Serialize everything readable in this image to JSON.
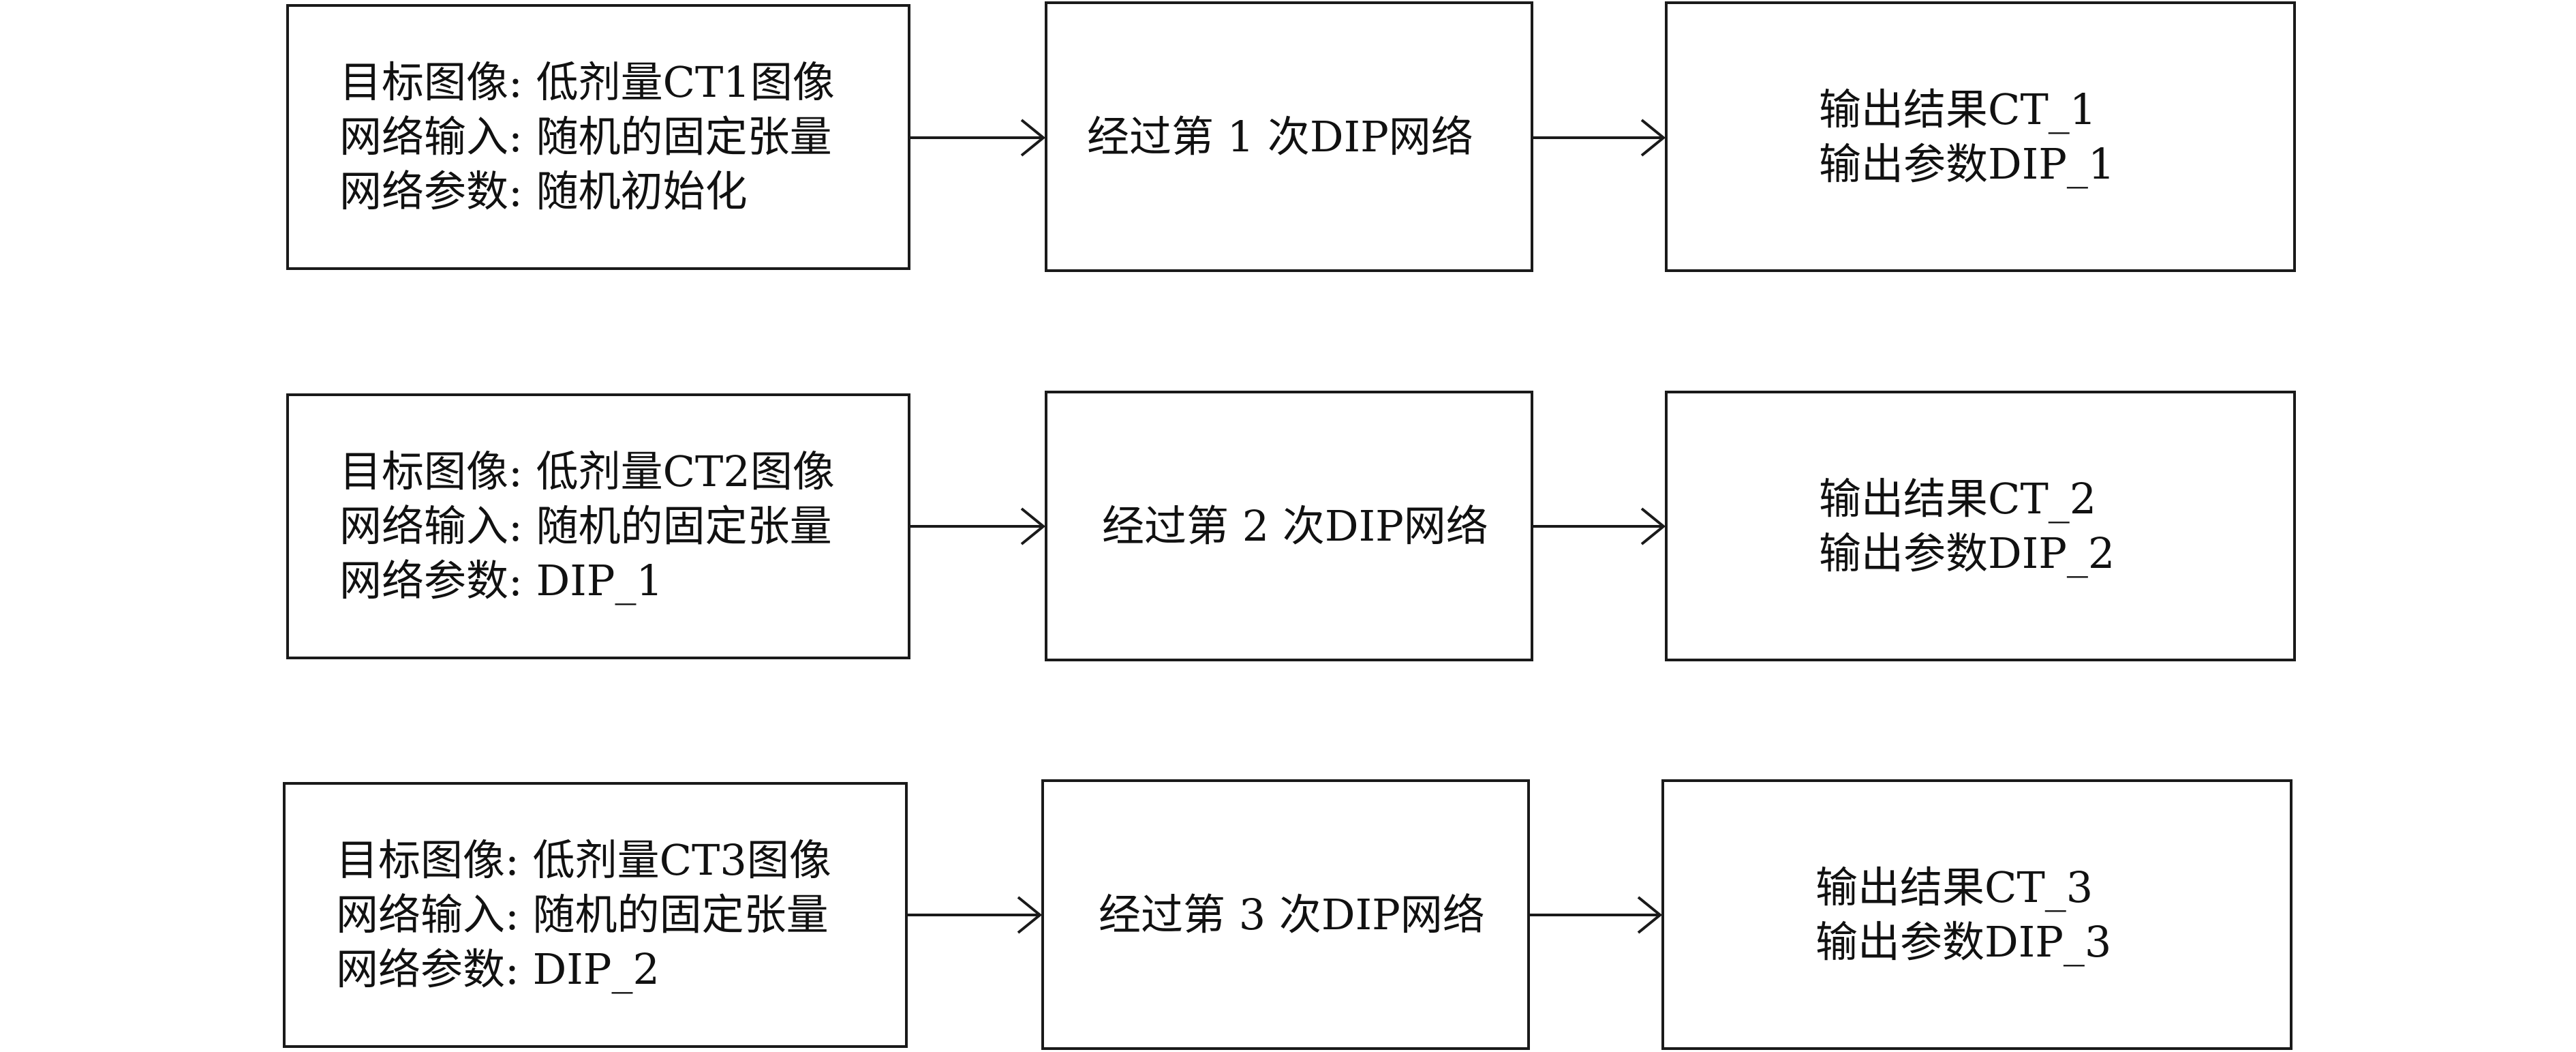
{
  "rows": [
    {
      "input": {
        "lines": [
          "目标图像: 低剂量CT1图像",
          "网络输入: 随机的固定张量",
          "网络参数: 随机初始化"
        ]
      },
      "process": {
        "label": "经过第 1 次DIP网络"
      },
      "output": {
        "lines": [
          "输出结果CT_1",
          "输出参数DIP_1"
        ]
      }
    },
    {
      "input": {
        "lines": [
          "目标图像: 低剂量CT2图像",
          "网络输入: 随机的固定张量",
          "网络参数: DIP_1"
        ]
      },
      "process": {
        "label": "经过第 2 次DIP网络"
      },
      "output": {
        "lines": [
          "输出结果CT_2",
          "输出参数DIP_2"
        ]
      }
    },
    {
      "input": {
        "lines": [
          "目标图像: 低剂量CT3图像",
          "网络输入: 随机的固定张量",
          "网络参数: DIP_2"
        ]
      },
      "process": {
        "label": "经过第 3 次DIP网络"
      },
      "output": {
        "lines": [
          "输出结果CT_3",
          "输出参数DIP_3"
        ]
      }
    }
  ],
  "colors": {
    "stroke": "#1a1a1a",
    "text": "#111111",
    "background": "#ffffff"
  }
}
